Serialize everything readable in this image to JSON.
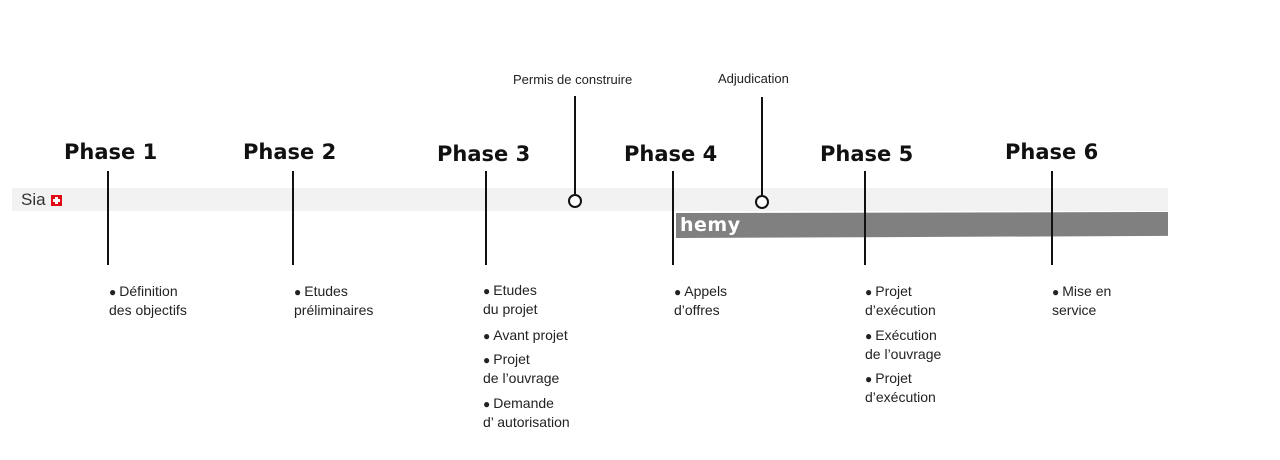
{
  "legend": {
    "sia_label": "Sia",
    "hemy_label": "hemy"
  },
  "milestones": [
    {
      "label": "Permis de construire"
    },
    {
      "label": "Adjudication"
    }
  ],
  "phases": [
    {
      "title": "Phase 1",
      "steps": [
        {
          "line1": "Définition",
          "line2": "des objectifs"
        }
      ]
    },
    {
      "title": "Phase 2",
      "steps": [
        {
          "line1": "Etudes",
          "line2": "préliminaires"
        }
      ]
    },
    {
      "title": "Phase 3",
      "steps": [
        {
          "line1": "Etudes",
          "line2": "du projet"
        },
        {
          "line1": "Avant projet",
          "line2": ""
        },
        {
          "line1": "Projet",
          "line2": "de l’ouvrage"
        },
        {
          "line1": "Demande",
          "line2": "d’ autorisation"
        }
      ]
    },
    {
      "title": "Phase 4",
      "steps": [
        {
          "line1": "Appels",
          "line2": "d’offres"
        }
      ]
    },
    {
      "title": "Phase 5",
      "steps": [
        {
          "line1": "Projet",
          "line2": "d’exécution"
        },
        {
          "line1": "Exécution",
          "line2": "de l’ouvrage"
        },
        {
          "line1": "Projet",
          "line2": "d’exécution"
        }
      ]
    },
    {
      "title": "Phase 6",
      "steps": [
        {
          "line1": "Mise en",
          "line2": "service"
        }
      ]
    }
  ],
  "colors": {
    "sia_track": "#f2f2f2",
    "hemy_bar": "#808080",
    "swiss_red": "#e30613"
  }
}
